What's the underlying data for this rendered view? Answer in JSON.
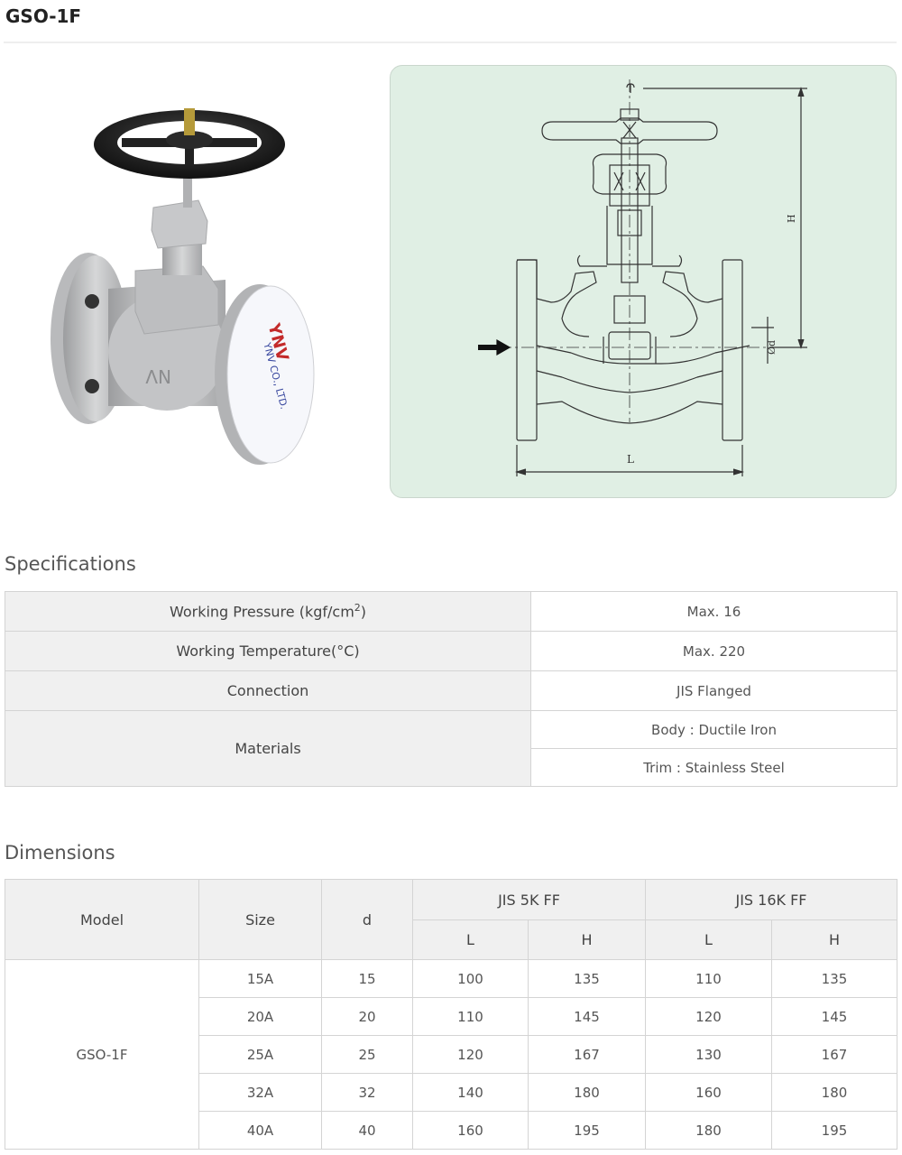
{
  "page": {
    "title": "GSO-1F"
  },
  "images": {
    "photo": {
      "alt": "GSO-1F globe valve product photo",
      "handwheel_color": "#1c1c1c",
      "body_color": "#c9cacb",
      "label_text": "YNV CO., LTD."
    },
    "drawing": {
      "alt": "GSO-1F globe valve cross-section drawing",
      "background": "#e0efe4",
      "labels": {
        "height": "H",
        "length": "L",
        "diameter": "Ød"
      }
    }
  },
  "specifications": {
    "title": "Specifications",
    "rows": [
      {
        "label": "Working Pressure (kgf/cm",
        "label_sup": "2",
        "label_tail": ")",
        "value": "Max. 16"
      },
      {
        "label": "Working Temperature(°C)",
        "value": "Max. 220"
      },
      {
        "label": "Connection",
        "value": "JIS Flanged"
      },
      {
        "label": "Materials",
        "values": [
          "Body : Ductile Iron",
          "Trim : Stainless Steel"
        ]
      }
    ]
  },
  "dimensions": {
    "title": "Dimensions",
    "headers": {
      "model": "Model",
      "size": "Size",
      "d": "d",
      "group1": "JIS 5K FF",
      "group2": "JIS 16K FF",
      "L": "L",
      "H": "H"
    },
    "model": "GSO-1F",
    "rows": [
      {
        "size": "15A",
        "d": "15",
        "l5k": "100",
        "h5k": "135",
        "l16k": "110",
        "h16k": "135"
      },
      {
        "size": "20A",
        "d": "20",
        "l5k": "110",
        "h5k": "145",
        "l16k": "120",
        "h16k": "145"
      },
      {
        "size": "25A",
        "d": "25",
        "l5k": "120",
        "h5k": "167",
        "l16k": "130",
        "h16k": "167"
      },
      {
        "size": "32A",
        "d": "32",
        "l5k": "140",
        "h5k": "180",
        "l16k": "160",
        "h16k": "180"
      },
      {
        "size": "40A",
        "d": "40",
        "l5k": "160",
        "h5k": "195",
        "l16k": "180",
        "h16k": "195"
      }
    ]
  }
}
